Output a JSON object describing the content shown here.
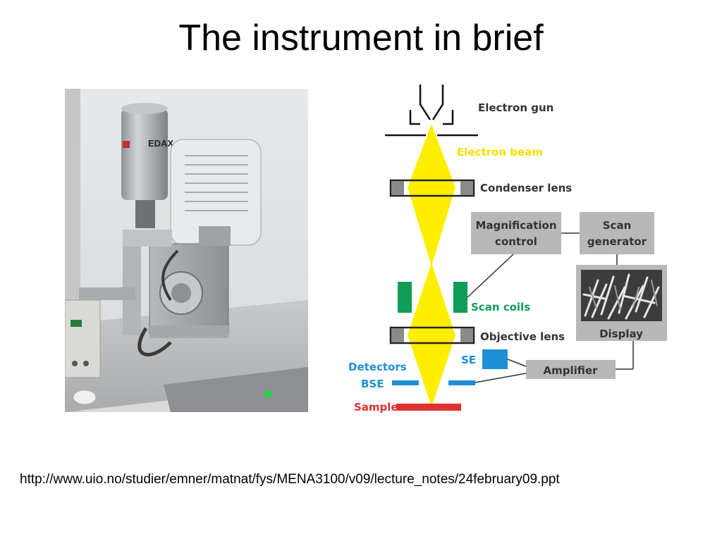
{
  "slide": {
    "title": "The instrument in brief",
    "source_url": "http://www.uio.no/studier/emner/matnat/fys/MENA3100/v09/lecture_notes/24february09.ppt"
  },
  "photo": {
    "brand_label": "EDAX"
  },
  "diagram": {
    "labels": {
      "electron_gun": "Electron gun",
      "electron_beam": "Electron beam",
      "condenser_lens": "Condenser lens",
      "magnification_control_1": "Magnification",
      "magnification_control_2": "control",
      "scan_generator_1": "Scan",
      "scan_generator_2": "generator",
      "scan_coils": "Scan coils",
      "display": "Display",
      "objective_lens": "Objective lens",
      "amplifier": "Amplifier",
      "detectors": "Detectors",
      "se": "SE",
      "bse": "BSE",
      "sample": "Sample"
    },
    "colors": {
      "beam": "#ffee00",
      "label_dark": "#333333",
      "label_yellow": "#f5e000",
      "label_green": "#0f9d58",
      "label_blue": "#1e8fd6",
      "label_red": "#e03030",
      "box_fill": "#b8b8b8",
      "coil_green": "#0f9d58",
      "detector_blue": "#1e8fd6",
      "sample_red": "#e03030"
    }
  }
}
